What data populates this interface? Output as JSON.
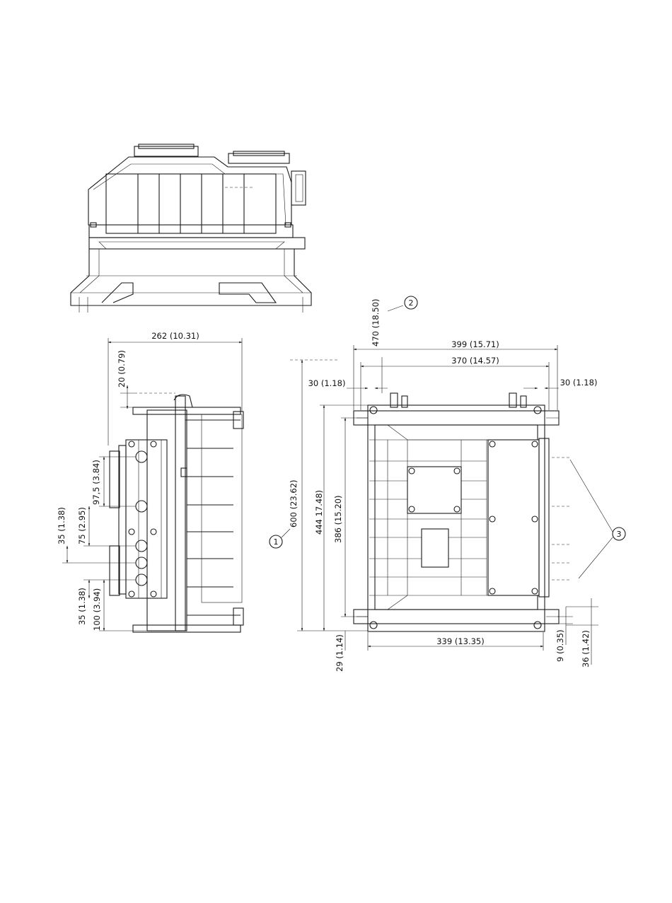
{
  "dimensions": {
    "d262": "262 (10.31)",
    "d20": "20 (0.79)",
    "d97": "97,5 (3.84)",
    "d75": "75 (2.95)",
    "d35a": "35 (1.38)",
    "d35b": "35 (1.38)",
    "d100": "100 (3.94)",
    "d600": "600 (23.62)",
    "d444": "444 17.48)",
    "d386": "386 (15.20)",
    "d29": "29 (1.14)",
    "d470": "470 (18.50)",
    "d399": "399 (15.71)",
    "d370": "370 (14.57)",
    "d30l": "30 (1.18)",
    "d30r": "30 (1.18)",
    "d339": "339 (13.35)",
    "d9": "9 (0.35)",
    "d36": "36 (1.42)"
  },
  "callouts": {
    "c1": "1",
    "c2": "2",
    "c3": "3"
  }
}
